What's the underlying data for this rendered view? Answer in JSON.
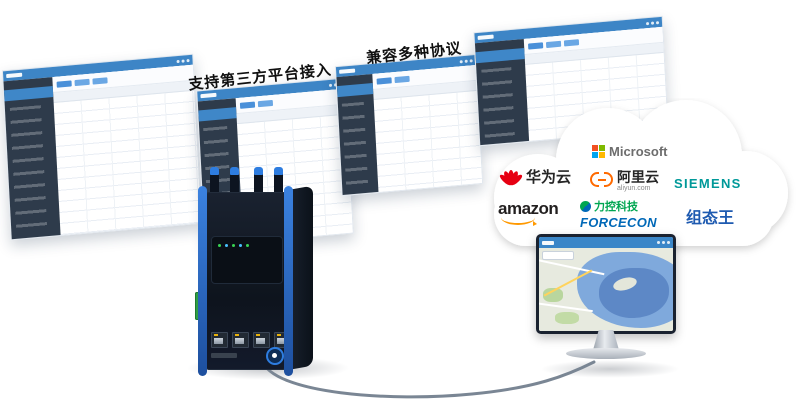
{
  "captions": {
    "third_party_access": "支持第三方平台接入",
    "multi_protocol": "兼容多种协议"
  },
  "cloud": {
    "logos": [
      {
        "name": "huawei-cloud",
        "label": "华为云",
        "icon_color": "#e60012"
      },
      {
        "name": "microsoft",
        "label": "Microsoft",
        "tile_colors": [
          "#f25022",
          "#7fba00",
          "#00a4ef",
          "#ffb900"
        ],
        "text_color": "#6d6d6d"
      },
      {
        "name": "aliyun",
        "label": "阿里云",
        "domain": "aliyun.com",
        "icon_color": "#ff6a00"
      },
      {
        "name": "siemens",
        "label": "SIEMENS",
        "text_color": "#009999"
      },
      {
        "name": "amazon",
        "label": "amazon",
        "smile_color": "#ff9900",
        "text_color": "#221f1f"
      },
      {
        "name": "forcecon",
        "label": "力控科技",
        "sub_label": "FORCECON",
        "label_color": "#00a651",
        "sub_color": "#0068b7"
      },
      {
        "name": "kingview",
        "label": "组态王",
        "text_color": "#1e5ab0"
      }
    ]
  },
  "screens": {
    "dashboard_count": 4
  },
  "colors": {
    "dashboard_header": "#3d85c6",
    "dashboard_sidebar": "#2e3b4b",
    "device_accent": "#2e7de0",
    "map_water": "#7fa9dc"
  }
}
